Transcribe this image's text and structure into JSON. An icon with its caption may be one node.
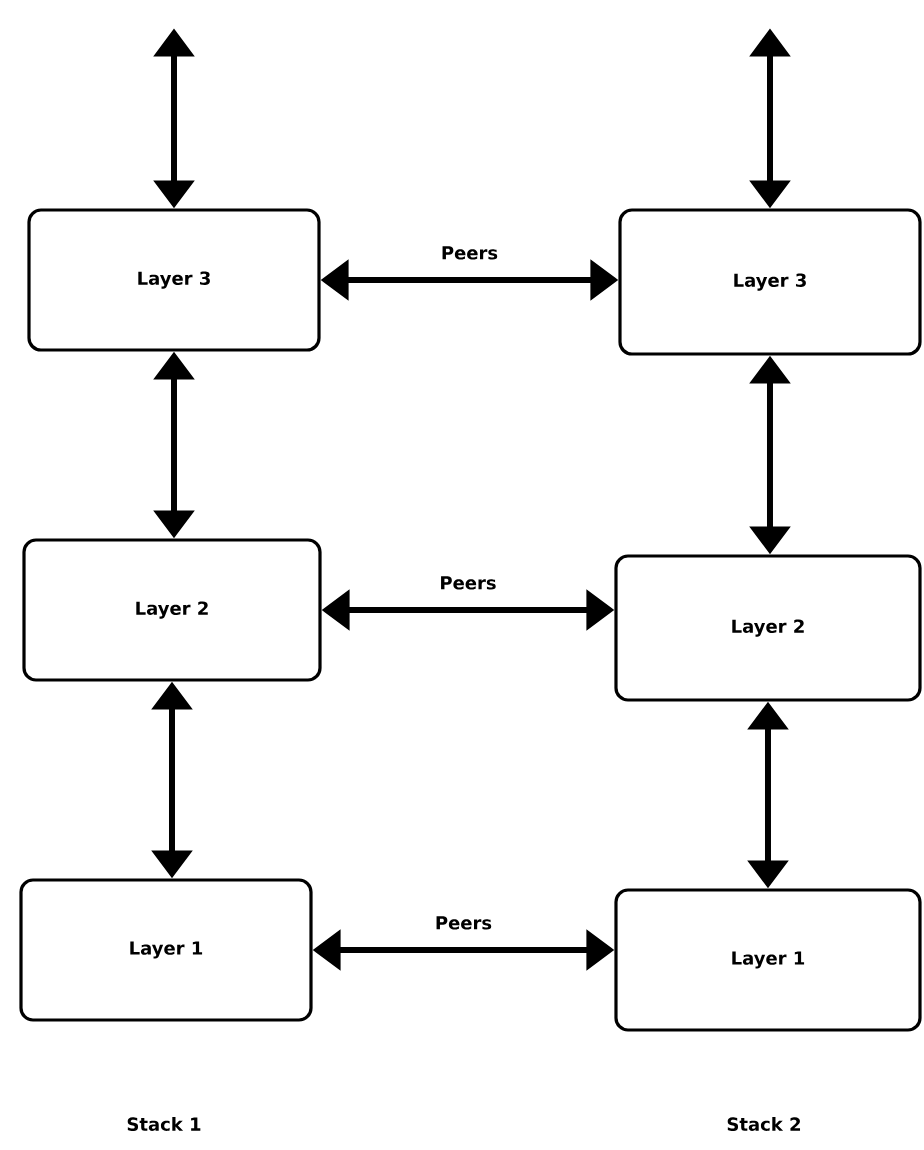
{
  "diagram": {
    "nodes": [
      {
        "text": [
          "Layer 3"
        ]
      },
      {
        "text": [
          "Layer 3"
        ]
      },
      {
        "text": [
          "Layer 2"
        ]
      },
      {
        "text": [
          "Layer 2"
        ]
      },
      {
        "text": [
          "Layer 1"
        ]
      },
      {
        "text": [
          "Layer 1"
        ]
      }
    ],
    "edges": [
      {
        "from": null,
        "to": 0,
        "arrow": "both"
      },
      {
        "from": null,
        "to": 1,
        "arrow": "both"
      },
      {
        "from": 0,
        "to": 1,
        "label": "Peers",
        "arrow": "both"
      },
      {
        "from": 0,
        "to": 2,
        "arrow": "both"
      },
      {
        "from": 1,
        "to": 3,
        "arrow": "both"
      },
      {
        "from": 2,
        "to": 3,
        "label": "Peers",
        "arrow": "both"
      },
      {
        "from": 2,
        "to": 4,
        "arrow": "both"
      },
      {
        "from": 3,
        "to": 5,
        "arrow": "both"
      },
      {
        "from": 4,
        "to": 5,
        "label": "Peers",
        "arrow": "both"
      }
    ],
    "labels": [
      "Stack 1",
      "Stack 2"
    ]
  }
}
